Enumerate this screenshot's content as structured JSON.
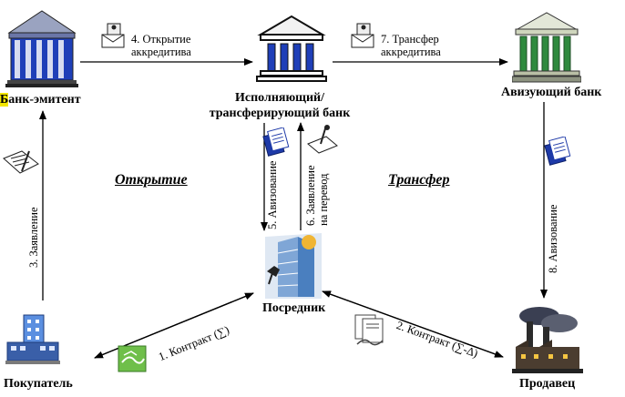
{
  "nodes": {
    "issuer_prefix": "Б",
    "issuer_rest": "анк-эмитент",
    "executing_line1": "Исполняющий/",
    "executing_line2": "трансферирующий банк",
    "advising": "Авизующий банк",
    "intermediary": "Посредник",
    "buyer": "Покупатель",
    "seller": "Продавец"
  },
  "phases": {
    "opening": "Открытие",
    "transfer": "Трансфер"
  },
  "steps": {
    "s1": "1. Контракт (∑)",
    "s2": "2. Контракт (∑-∆)",
    "s3": "3. Заявление",
    "s4_line1": "4. Открытие",
    "s4_line2": "аккредитива",
    "s5": "5. Авизование",
    "s6_line1": "6. Заявление",
    "s6_line2": "на перевод",
    "s7_line1": "7. Трансфер",
    "s7_line2": "аккредитива",
    "s8": "8. Авизование"
  },
  "colors": {
    "bank_blue": "#1f3fb8",
    "bank_green": "#2f8a3e",
    "highlight": "#f2e600",
    "document_blue": "#1e3aa8"
  },
  "icons": [
    "bank-building-icon",
    "document-stack-icon",
    "handshake-icon",
    "factory-icon",
    "skyscraper-icon",
    "office-building-icon",
    "pen-signing-icon"
  ]
}
